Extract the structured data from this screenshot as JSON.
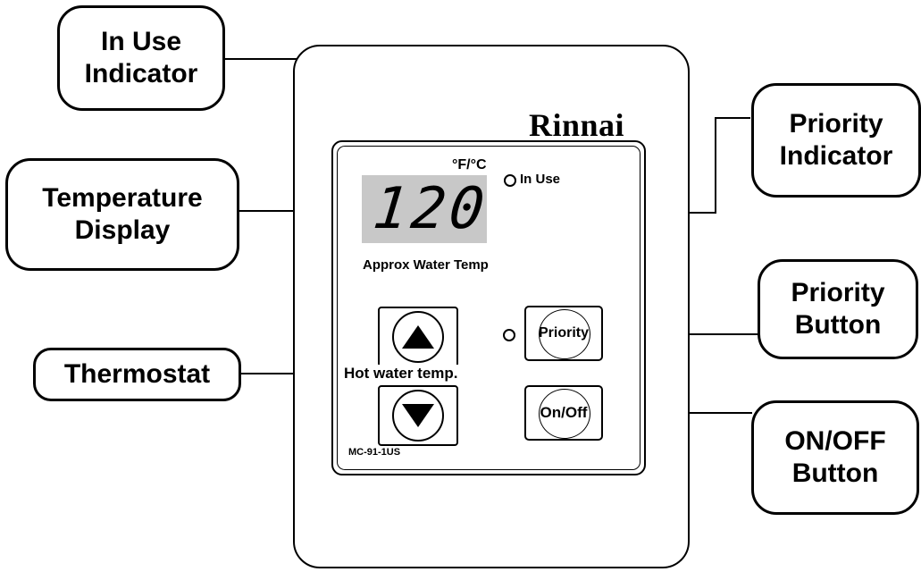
{
  "callouts": {
    "in_use_indicator": [
      "In  Use",
      "Indicator"
    ],
    "temperature_display": [
      "Temperature",
      "Display"
    ],
    "thermostat": [
      "Thermostat"
    ],
    "priority_indicator": [
      "Priority",
      "Indicator"
    ],
    "priority_button": [
      "Priority",
      "Button"
    ],
    "on_off_button": [
      "ON/OFF",
      "Button"
    ]
  },
  "device": {
    "brand": "Rinnai",
    "unit_label": "°F/°C",
    "display_value": "120",
    "display_caption": "Approx Water Temp",
    "in_use_label": "In Use",
    "hot_water_label": "Hot water temp.",
    "priority_button_label": "Priority",
    "on_off_button_label": "On/Off",
    "model": "MC-91-1US"
  }
}
